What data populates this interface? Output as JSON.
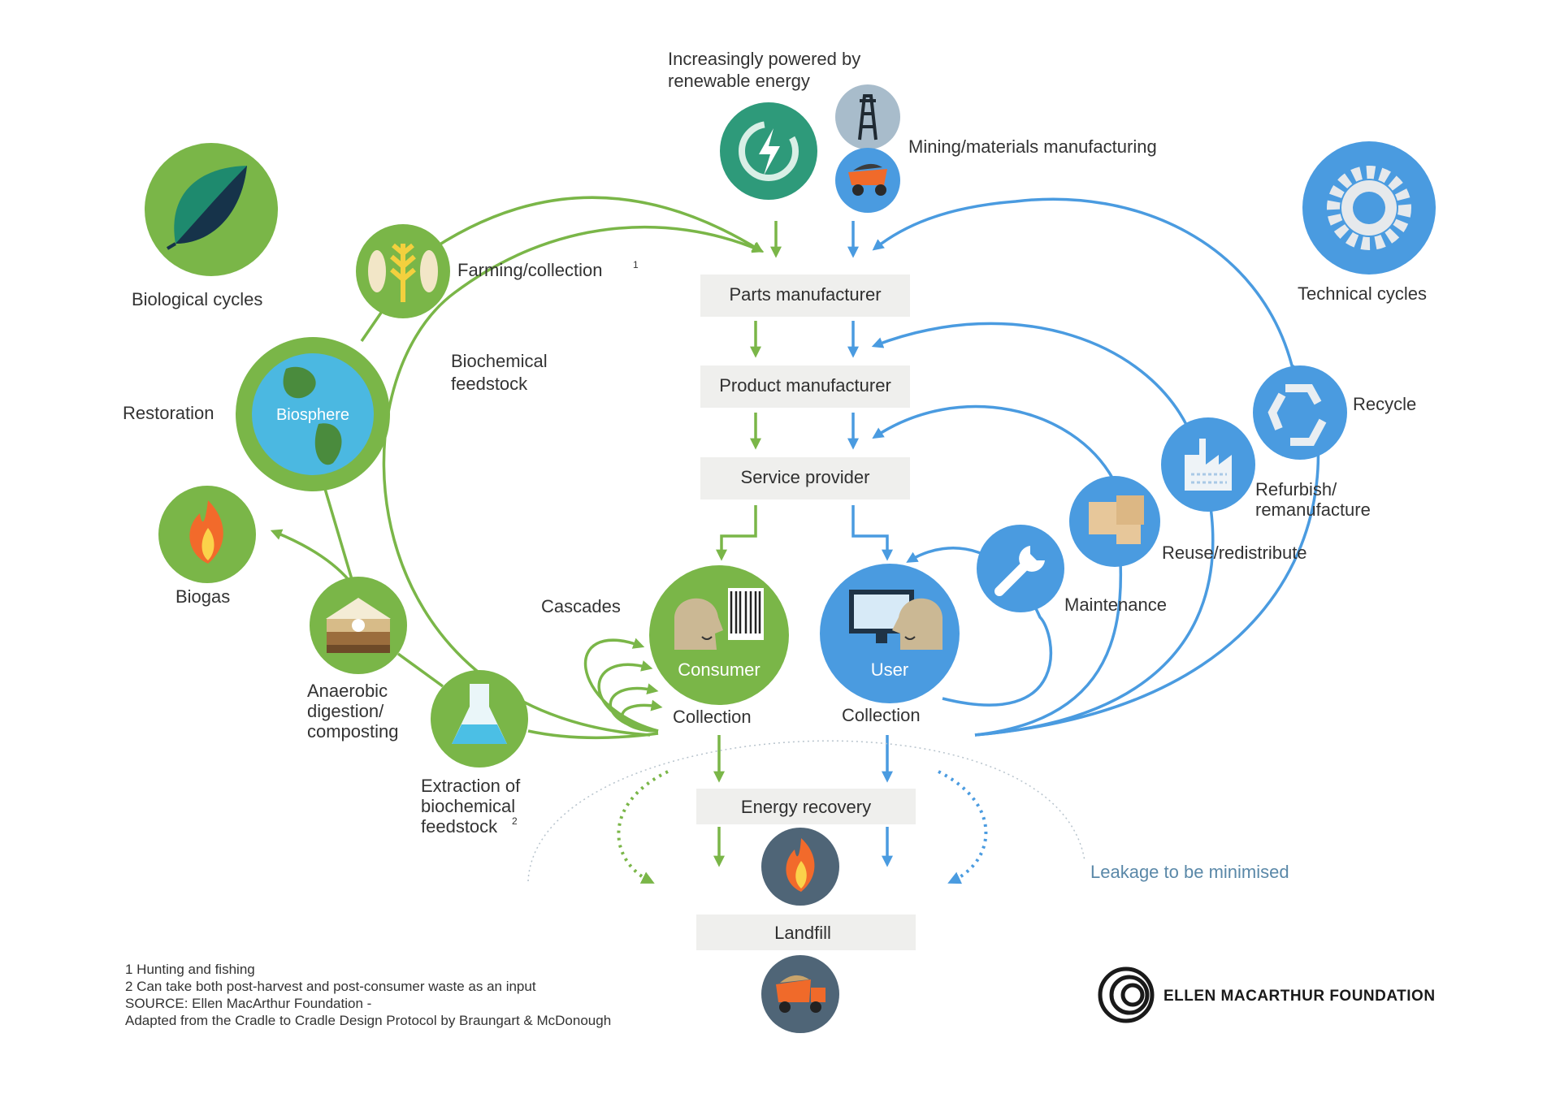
{
  "top": {
    "energy_text_line1": "Increasingly powered by",
    "energy_text_line2": "renewable energy",
    "mining_label": "Mining/materials manufacturing"
  },
  "chain": {
    "parts": "Parts manufacturer",
    "product": "Product manufacturer",
    "service": "Service provider",
    "energy_recovery": "Energy recovery",
    "landfill": "Landfill"
  },
  "biological": {
    "title": "Biological cycles",
    "farming": "Farming/collection",
    "farming_sup": "1",
    "biochem_line1": "Biochemical",
    "biochem_line2": "feedstock",
    "restoration": "Restoration",
    "biosphere": "Biosphere",
    "biogas": "Biogas",
    "anaerobic_line1": "Anaerobic",
    "anaerobic_line2": "digestion/",
    "anaerobic_line3": "composting",
    "extraction_line1": "Extraction of",
    "extraction_line2": "biochemical",
    "extraction_line3": "feedstock",
    "extraction_sup": "2",
    "cascades": "Cascades",
    "consumer": "Consumer",
    "collection": "Collection"
  },
  "technical": {
    "title": "Technical cycles",
    "recycle": "Recycle",
    "refurbish_line1": "Refurbish/",
    "refurbish_line2": "remanufacture",
    "reuse": "Reuse/redistribute",
    "maintenance": "Maintenance",
    "user": "User",
    "collection": "Collection"
  },
  "leakage": "Leakage to be minimised",
  "footnotes": {
    "line1": "1  Hunting and fishing",
    "line2": "2  Can take both post-harvest and post-consumer waste as an input",
    "line3": "SOURCE: Ellen MacArthur Foundation -",
    "line4": "Adapted from the Cradle to Cradle Design Protocol by Braungart & McDonough"
  },
  "brand": {
    "name": "ELLEN MACARTHUR FOUNDATION"
  },
  "colors": {
    "green": "#7ab648",
    "blue": "#4a9be0",
    "box": "#efefed",
    "dark": "#4f6577"
  }
}
